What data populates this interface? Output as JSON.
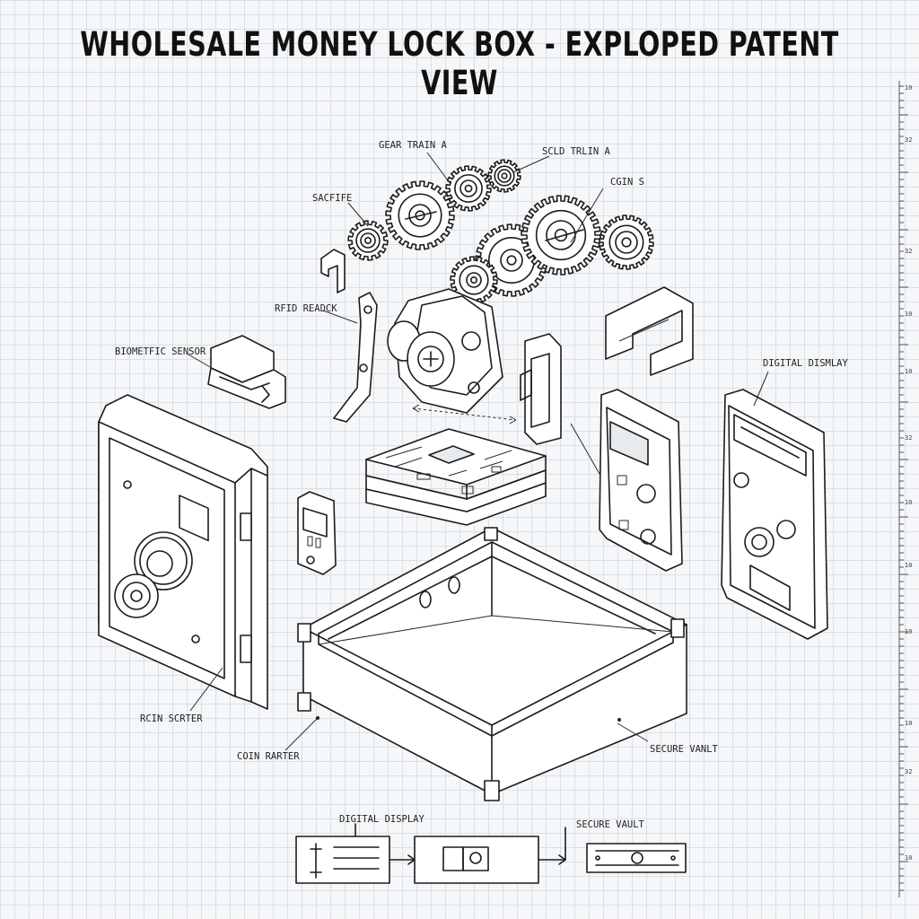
{
  "title": "WHOLESALE MONEY LOCK BOX - EXPLOPED PATENT VIEW",
  "labels": {
    "gear_train_a": "GEAR TRAIN A",
    "scld_trlin_a": "SCLD TRLIN A",
    "cgin_s": "CGIN S",
    "sacfire": "SACFIFE",
    "rfid_readck": "RFID READCK",
    "biometric_sensor": "BIOMETFIC SENSOR",
    "digital_dismlay": "DIGITAL DISMLAY",
    "rcin_scrter": "RCIN SCRTER",
    "coin_rarter": "COIN RARTER",
    "secure_vanlt": "SECURE VANLT",
    "digital_display": "DIGITAL DISPLAY",
    "secure_vault": "SECURE VAULT"
  },
  "ruler_marks": [
    "10",
    "32",
    "32",
    "10",
    "10",
    "32",
    "10",
    "10",
    "10",
    "10",
    "32",
    "10"
  ]
}
